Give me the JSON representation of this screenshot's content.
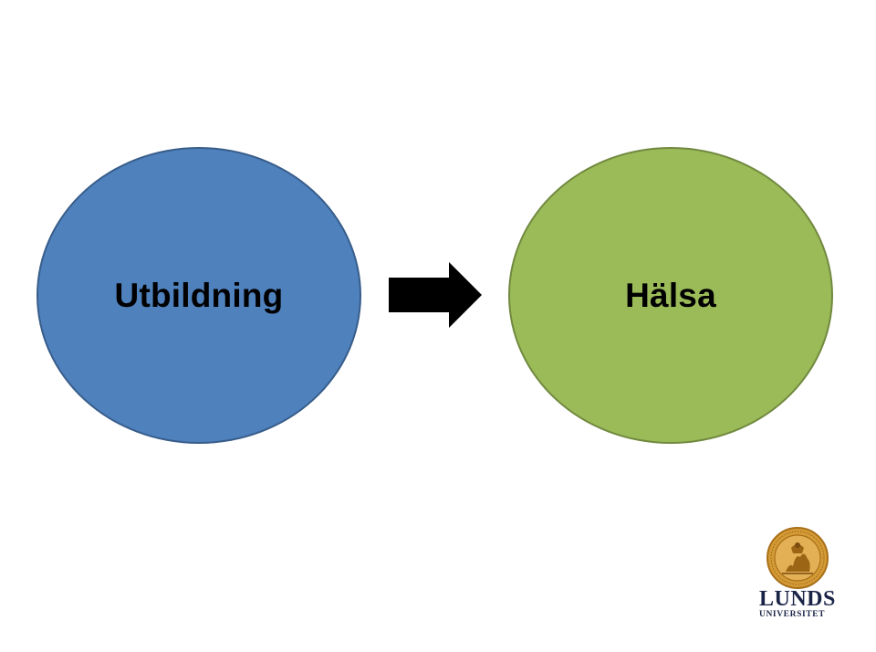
{
  "diagram": {
    "nodes": [
      {
        "id": "utbildning",
        "label": "Utbildning",
        "fill": "#4f81bd",
        "border": "#385d8a"
      },
      {
        "id": "halsa",
        "label": "Hälsa",
        "fill": "#9bbb59",
        "border": "#71893f"
      }
    ],
    "edges": [
      {
        "from": "utbildning",
        "to": "halsa",
        "style": "block-arrow",
        "color": "#000000"
      }
    ]
  },
  "logo": {
    "name_line_1": "LUNDS",
    "name_line_2": "UNIVERSITET",
    "seal_color": "#c8922a",
    "text_color": "#1a2447"
  }
}
